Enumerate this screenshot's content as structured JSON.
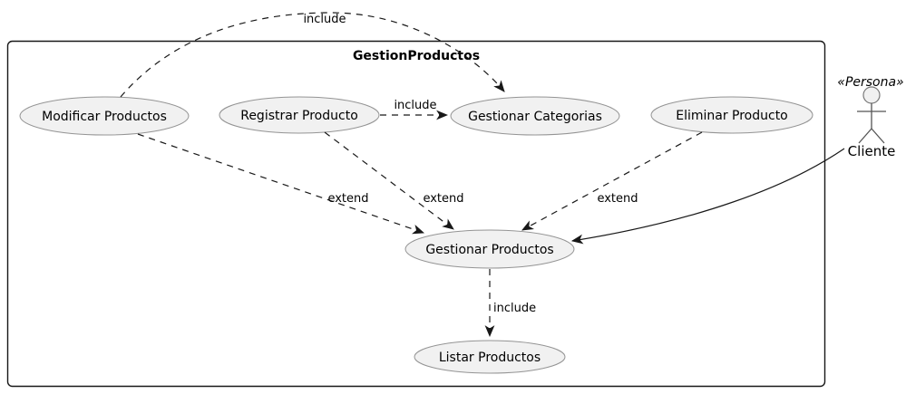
{
  "diagram": {
    "type": "uml-use-case",
    "boundary": {
      "title": "GestionProductos"
    },
    "nodes": {
      "modificar": {
        "label": "Modificar Productos"
      },
      "registrar": {
        "label": "Registrar Producto"
      },
      "categorias": {
        "label": "Gestionar Categorias"
      },
      "eliminar": {
        "label": "Eliminar Producto"
      },
      "gestionar": {
        "label": "Gestionar Productos"
      },
      "listar": {
        "label": "Listar Productos"
      }
    },
    "actor": {
      "stereotype": "«Persona»",
      "name": "Cliente"
    },
    "edges": [
      {
        "from": "Modificar Productos",
        "to": "Gestionar Categorias",
        "label": "include",
        "style": "dashed"
      },
      {
        "from": "Registrar Producto",
        "to": "Gestionar Categorias",
        "label": "include",
        "style": "dashed"
      },
      {
        "from": "Modificar Productos",
        "to": "Gestionar Productos",
        "label": "extend",
        "style": "dashed"
      },
      {
        "from": "Registrar Producto",
        "to": "Gestionar Productos",
        "label": "extend",
        "style": "dashed"
      },
      {
        "from": "Eliminar Producto",
        "to": "Gestionar Productos",
        "label": "extend",
        "style": "dashed"
      },
      {
        "from": "Cliente",
        "to": "Gestionar Productos",
        "label": "",
        "style": "solid"
      },
      {
        "from": "Gestionar Productos",
        "to": "Listar Productos",
        "label": "include",
        "style": "dashed"
      }
    ],
    "colors": {
      "node_fill": "#f1f1f1",
      "node_stroke": "#949494",
      "edge": "#181818",
      "text": "#000000",
      "background": "#ffffff"
    }
  }
}
